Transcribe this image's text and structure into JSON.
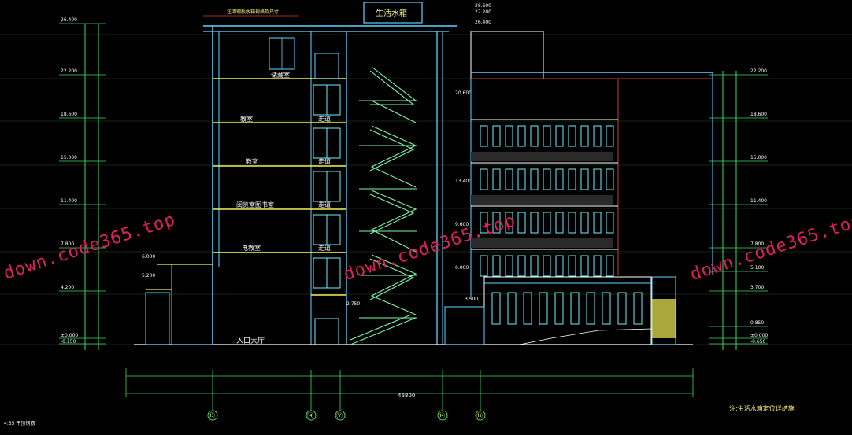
{
  "colors": {
    "background": "#000000",
    "building_outline": "#5fd3ff",
    "floor_lines": "#f2ee55",
    "stair": "#7ef7a8",
    "dimension": "#3dd96a",
    "text_white": "#ffffff",
    "text_yellow": "#f4f27a",
    "accent_red": "#d13a3a",
    "magenta": "#e01f5e",
    "facade_cyan": "#6cf0ff"
  },
  "labels": {
    "water_tank": "生活水箱",
    "top_note": "注明钢板水箱规格及尺寸",
    "storage_room": "储藏室",
    "rooms": [
      "教室",
      "教室",
      "阅览室图书室",
      "电教室"
    ],
    "corridors": [
      "走道",
      "走道",
      "走道",
      "走道"
    ],
    "entrance_hall": "入口大厅",
    "bottom_note": "注:生活水箱定位详结施",
    "legend_note": "4:35 平顶钢筋"
  },
  "elevations_left": [
    "26.400",
    "22.200",
    "18.600",
    "15.000",
    "11.400",
    "7.800",
    "4.200",
    "±0.000",
    "-0.150"
  ],
  "elevations_right": [
    "22.200",
    "18.600",
    "15.000",
    "11.400",
    "7.800",
    "5.100",
    "3.700",
    "0.850",
    "±0.000",
    "-0.650"
  ],
  "top_elevations": [
    "28.600",
    "27.200",
    "26.400"
  ],
  "mid_elevations": [
    "20.600",
    "13.400",
    "9.600",
    "6.000",
    "2.750",
    "3.500",
    "6.000",
    "5.200"
  ],
  "axis_labels": [
    "⑬",
    "⑭",
    "Ⓥ",
    "⑭",
    "⑮"
  ],
  "total_dim": "46800",
  "watermarks": [
    "down.code365.top",
    "down.code365.top",
    "down.code365.top"
  ]
}
